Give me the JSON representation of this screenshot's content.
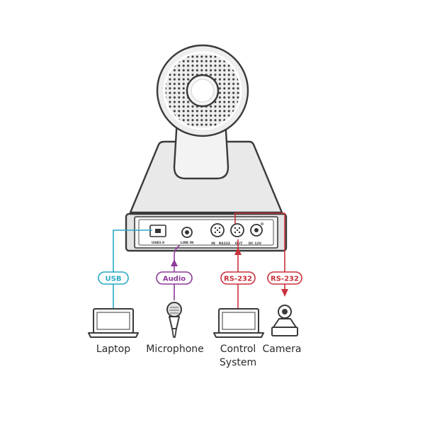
{
  "colors": {
    "usb": "#29a9c4",
    "audio": "#8e3a9a",
    "rs232": "#c8323c",
    "device_outline": "#3a3a3a",
    "device_fill": "#e9e9ea",
    "panel_fill": "#f6f6f6"
  },
  "ports": {
    "usb": "USB3.0",
    "line_in": "LINE IN",
    "in": "IN",
    "rs232": "RS232",
    "out": "OUT",
    "dc": "DC 12V"
  },
  "connections": {
    "usb": "USB",
    "audio": "Audio",
    "rs232_in": "RS-232",
    "rs232_out": "RS-232"
  },
  "devices": {
    "laptop": "Laptop",
    "microphone": "Microphone",
    "control_line1": "Control",
    "control_line2": "System",
    "camera": "Camera"
  },
  "icons": {
    "ptz_camera": "ptz-camera-icon",
    "laptop": "laptop-icon",
    "microphone": "microphone-icon",
    "camera": "camera-icon"
  }
}
